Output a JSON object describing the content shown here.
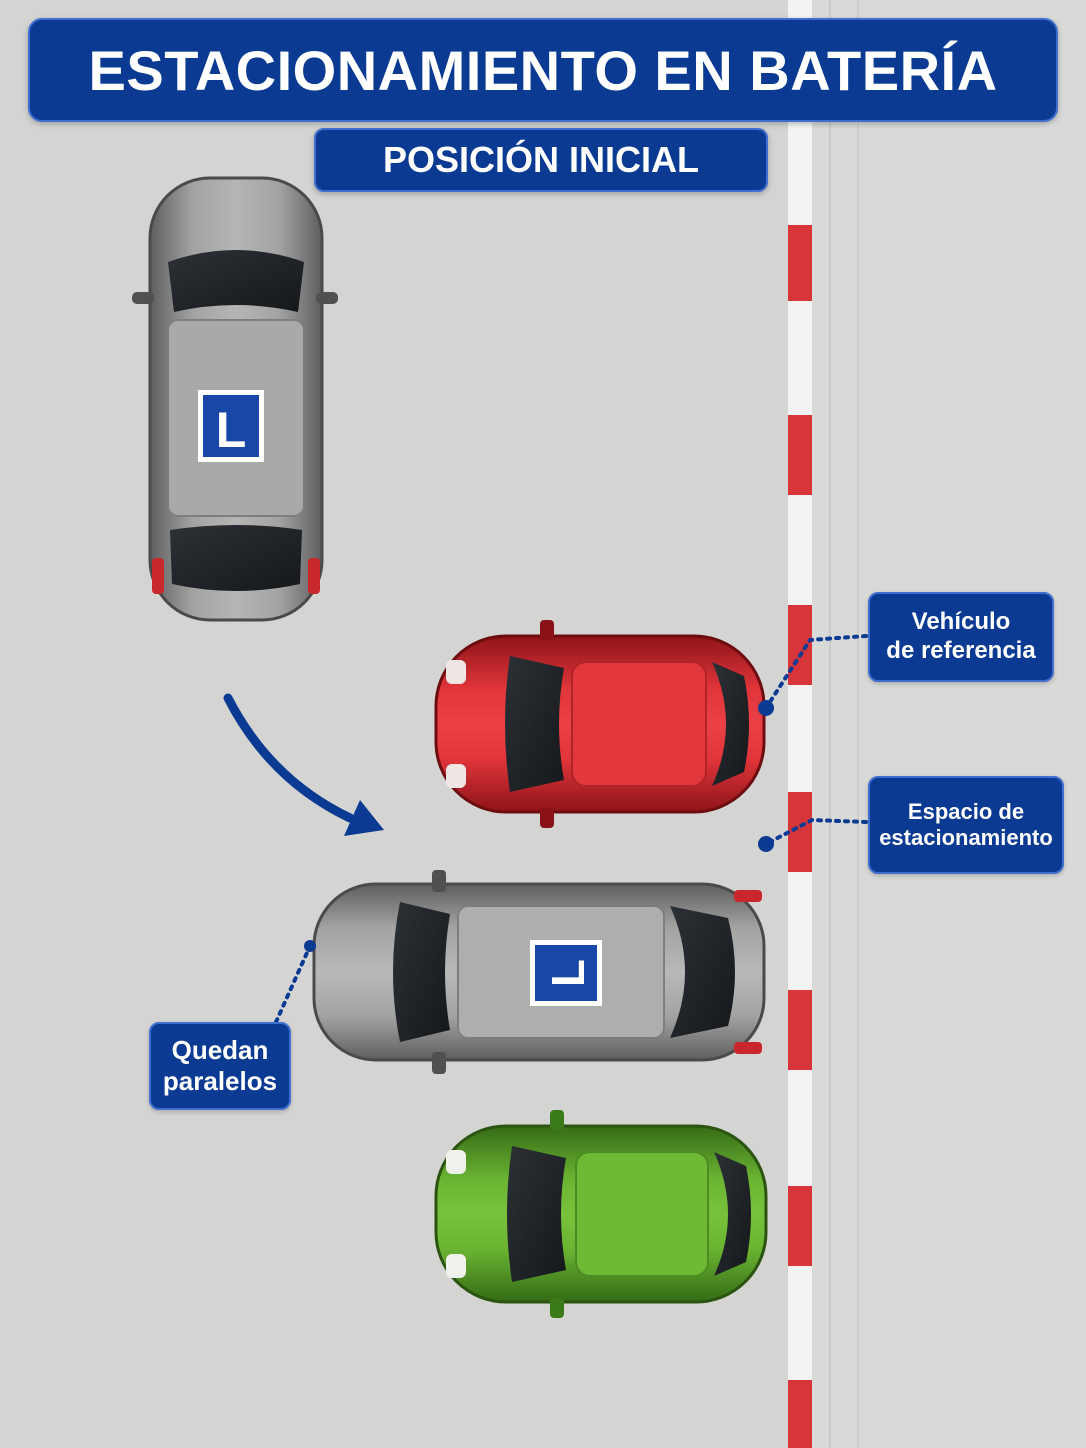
{
  "title": "ESTACIONAMIENTO EN BATERÍA",
  "subtitle": "POSICIÓN INICIAL",
  "labels": {
    "reference_vehicle": "Vehículo\nde referencia",
    "parking_space": "Espacio de\nestacionamiento",
    "parallel": "Quedan\nparalelos"
  },
  "learner_plate": "L",
  "colors": {
    "banner": "#0b3a93",
    "banner_border": "#3e6fd0",
    "ground": "#d4d4d3",
    "curb_red": "#d8353b",
    "curb_white": "#f3f3f3",
    "learner_car": "#8e8e8e",
    "reference_car": "#d42a2e",
    "green_car": "#5fa42d",
    "arrow": "#0b3a93"
  },
  "icons": {
    "learner_plate": "learner-plate-icon",
    "direction": "curved-arrow-icon"
  }
}
